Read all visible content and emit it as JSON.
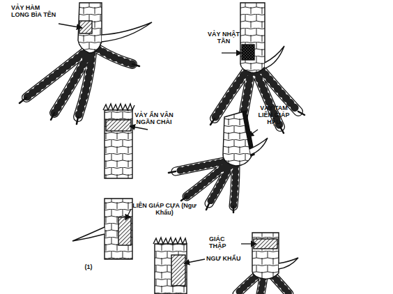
{
  "diagram": {
    "labels": [
      "VẢY HÀM LONG BÌA TÊN",
      "VẢY NHẬT TẦN",
      "VẢY ẨN VÂN NGẦN CHÀI",
      "VẢY TAM LIÊN GIÁP HẬU",
      "LIÊN GIÁP CỰA (Ngư Khẩu)",
      "(1)",
      "NGƯ KHẨU",
      "GIÁC THẬP"
    ]
  }
}
